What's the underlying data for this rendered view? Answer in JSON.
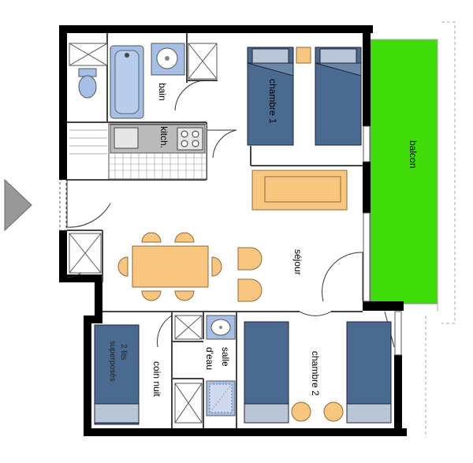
{
  "plan": {
    "rooms": {
      "bain": "bain",
      "kitch": "kitch.",
      "chambre1": "chambre 1",
      "balcon": "balcon",
      "sejour": "séjour",
      "salle_line1": "salle",
      "salle_line2": "d'eau",
      "coin_nuit": "coin nuit",
      "chambre2": "chambre 2",
      "lits_line1": "2 lits",
      "lits_line2": "superposés"
    },
    "colors": {
      "wall": "#000000",
      "bed": "#4a6a90",
      "bed_light": "#b8c6d8",
      "furniture": "#f8c67f",
      "furniture_stroke": "#8c6a3a",
      "balcony": "#3fdc0a",
      "sanitary": "#a6bfe6",
      "entrance_arrow": "#999999"
    }
  }
}
